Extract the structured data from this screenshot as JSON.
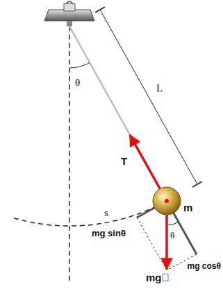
{
  "diagram": {
    "labels": [
      "θ",
      "L",
      "T",
      "s",
      "m",
      "mg sinθ",
      "θ",
      "mg cosθ",
      "mg⃗"
    ]
  }
}
